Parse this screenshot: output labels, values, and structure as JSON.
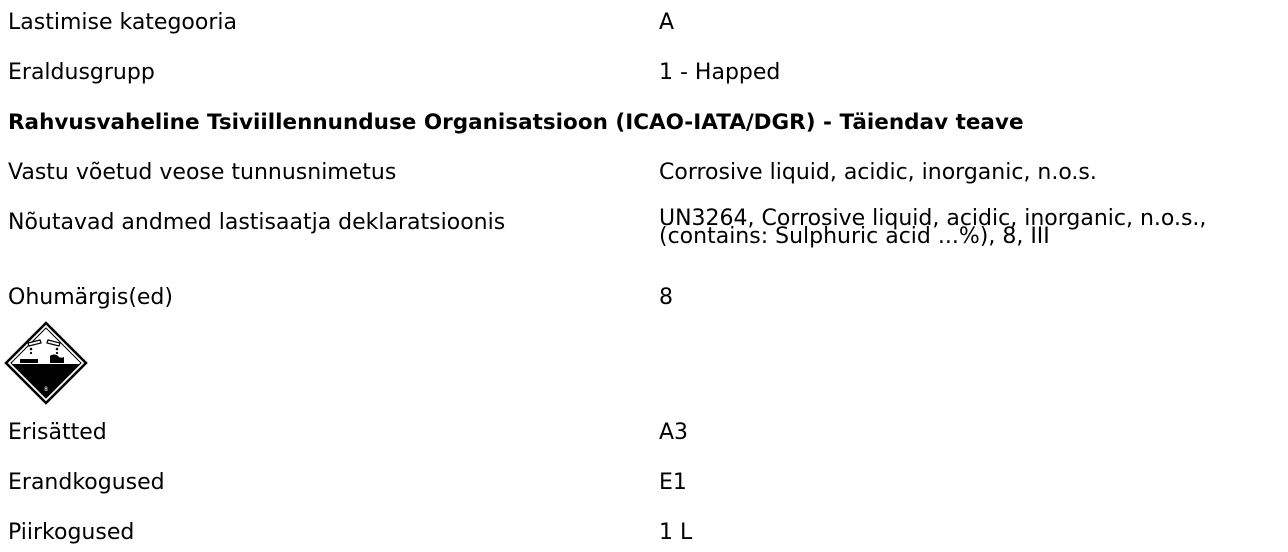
{
  "rows_top": [
    {
      "label": "Lastimise kategooria",
      "value": "A"
    },
    {
      "label": "Eraldusgrupp",
      "value": "1 - Happed"
    }
  ],
  "section_heading": "Rahvusvaheline Tsiviillennunduse Organisatsioon (ICAO-IATA/DGR) - Täiendav teave",
  "rows_icao": [
    {
      "label": "Vastu võetud veose tunnusnimetus",
      "value": "Corrosive liquid, acidic, inorganic, n.o.s."
    },
    {
      "label": "Nõutavad andmed lastisaatja deklaratsioonis",
      "value_line1": "UN3264, Corrosive liquid, acidic, inorganic, n.o.s.,",
      "value_line2": "(contains: Sulphuric acid ...%), 8, III"
    },
    {
      "label": "Ohumärgis(ed)",
      "value": "8"
    }
  ],
  "pictogram": {
    "icon": "corrosive-hazard-label-icon",
    "class_number": "8"
  },
  "rows_bottom": [
    {
      "label": "Erisätted",
      "value": "A3"
    },
    {
      "label": "Erandkogused",
      "value": "E1"
    },
    {
      "label": "Piirkogused",
      "value": "1 L"
    }
  ]
}
